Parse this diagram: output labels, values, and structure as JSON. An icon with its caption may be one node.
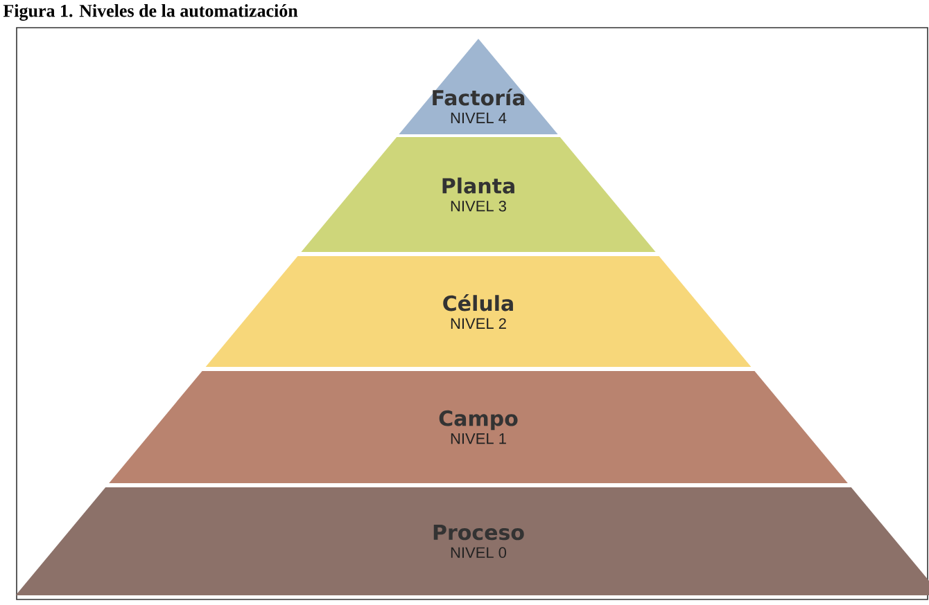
{
  "diagram": {
    "title": "Figura 1. Niveles de la automatización",
    "nodes": [
      {
        "text": [
          "Factoría",
          "NIVEL 4"
        ]
      },
      {
        "text": [
          "Planta",
          "NIVEL 3"
        ]
      },
      {
        "text": [
          "Célula",
          "NIVEL 2"
        ]
      },
      {
        "text": [
          "Campo",
          "NIVEL 1"
        ]
      },
      {
        "text": [
          "Proceso",
          "NIVEL 0"
        ]
      }
    ]
  }
}
